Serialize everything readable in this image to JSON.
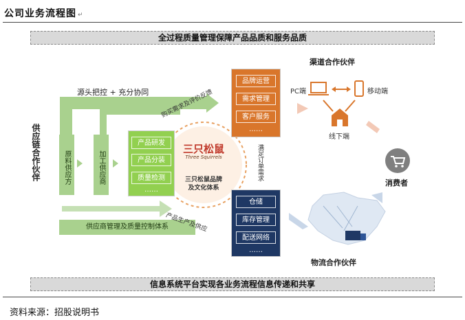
{
  "header": {
    "title": "公司业务流程图"
  },
  "banners": {
    "top": "全过程质量管理保障产品品质和服务品质",
    "bottom": "信息系统平台实现各业务流程信息传递和共享"
  },
  "supply": {
    "side_label": "供应链合作伙伴",
    "source_label": "源头把控 + 充分协同",
    "raw": "原料供应方",
    "process": "加工供应商",
    "management": "供应商管理及质量控制体系",
    "company_items": [
      "产品研发",
      "产品分装",
      "质量检测"
    ],
    "more": "……"
  },
  "core": {
    "logo": "三只松鼠",
    "logo_en": "Three Squirrels",
    "label_line1": "三只松鼠品牌",
    "label_line2": "及文化体系",
    "arc_feedback": "购买需求及评价反馈",
    "arc_order": "满足订单需求",
    "arc_supply": "产品生产及供应"
  },
  "operations": {
    "items": [
      "品牌运营",
      "需求管理",
      "客户服务"
    ],
    "more": "……"
  },
  "logistics": {
    "items": [
      "仓储",
      "库存管理",
      "配送网络"
    ],
    "more": "……",
    "label": "物流合作伙伴"
  },
  "channel": {
    "label": "渠道合作伙伴",
    "pc": "PC端",
    "mobile": "移动端",
    "offline": "线下端"
  },
  "consumer": {
    "label": "消费者"
  },
  "footer": {
    "source": "资料来源：招股说明书"
  },
  "colors": {
    "green": "#92d050",
    "green_light": "#a9d18e",
    "orange": "#d9762b",
    "navy": "#1f3864",
    "gray": "#7f7f7f"
  }
}
